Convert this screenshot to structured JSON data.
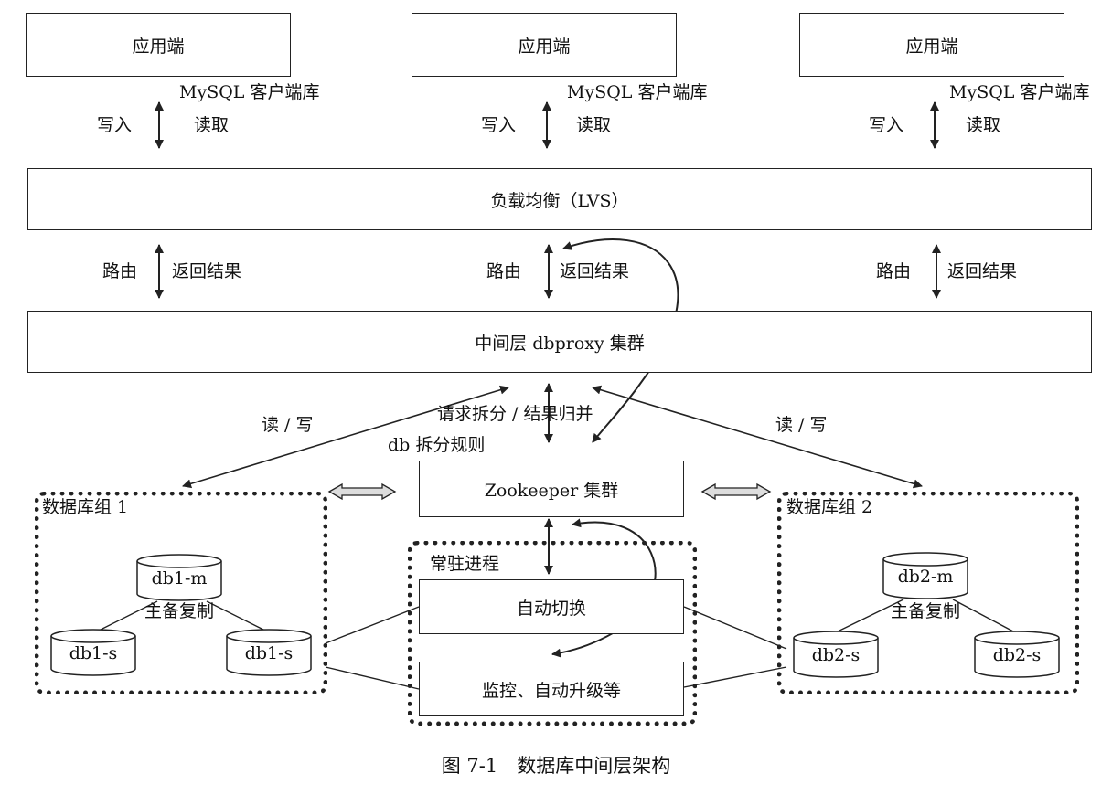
{
  "apps": [
    {
      "label": "应用端",
      "lib": "MySQL 客户端库",
      "write": "写入",
      "read": "读取"
    },
    {
      "label": "应用端",
      "lib": "MySQL 客户端库",
      "write": "写入",
      "read": "读取"
    },
    {
      "label": "应用端",
      "lib": "MySQL 客户端库",
      "write": "写入",
      "read": "读取"
    }
  ],
  "lvs": {
    "label": "负载均衡（LVS）"
  },
  "routes": [
    {
      "route": "路由",
      "ret": "返回结果"
    },
    {
      "route": "路由",
      "ret": "返回结果"
    },
    {
      "route": "路由",
      "ret": "返回结果"
    }
  ],
  "dbproxy": {
    "label": "中间层 dbproxy 集群"
  },
  "middle": {
    "split_merge": "请求拆分 / 结果归并",
    "rules": "db 拆分规则",
    "rw_left": "读 / 写",
    "rw_right": "读 / 写"
  },
  "zookeeper": {
    "label": "Zookeeper 集群"
  },
  "resident": {
    "title": "常驻进程",
    "failover": "自动切换",
    "monitor": "监控、自动升级等"
  },
  "group1": {
    "title": "数据库组 1",
    "master": "db1-m",
    "replication": "主备复制",
    "slave_a": "db1-s",
    "slave_b": "db1-s"
  },
  "group2": {
    "title": "数据库组 2",
    "master": "db2-m",
    "replication": "主备复制",
    "slave_a": "db2-s",
    "slave_b": "db2-s"
  },
  "caption": "图 7-1　数据库中间层架构"
}
